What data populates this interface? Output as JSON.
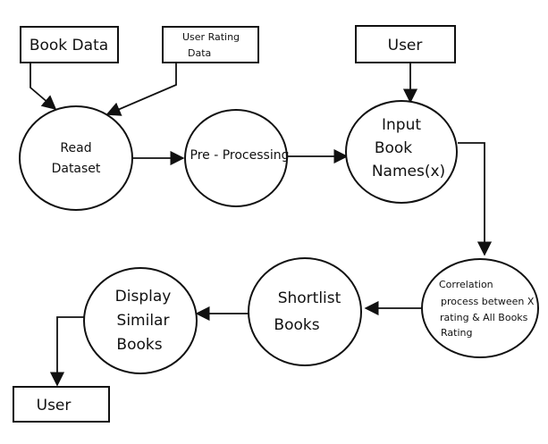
{
  "diagram": {
    "nodes": {
      "book_data": {
        "shape": "rect",
        "label": "Book Data"
      },
      "user_rating": {
        "shape": "rect",
        "label": "User Rating Data",
        "lines": [
          "User Rating",
          "Data"
        ]
      },
      "user_top": {
        "shape": "rect",
        "label": "User"
      },
      "read_dataset": {
        "shape": "ellipse",
        "label": "Read Dataset",
        "lines": [
          "Read",
          "Dataset"
        ]
      },
      "preprocessing": {
        "shape": "ellipse",
        "label": "Pre - Processing",
        "lines": [
          "Pre - Processing"
        ]
      },
      "input_book": {
        "shape": "ellipse",
        "label": "Input Book Names(x)",
        "lines": [
          "Input",
          "Book",
          "Names(x)"
        ]
      },
      "correlation": {
        "shape": "ellipse",
        "label": "Correlation process between X rating & All Books Rating",
        "lines": [
          "Correlation",
          "process between X",
          "rating & All Books",
          "Rating"
        ]
      },
      "shortlist": {
        "shape": "ellipse",
        "label": "Shortlist Books",
        "lines": [
          "Shortlist",
          "Books"
        ]
      },
      "display": {
        "shape": "ellipse",
        "label": "Display Similar Books",
        "lines": [
          "Display",
          "Similar",
          "Books"
        ]
      },
      "user_bottom": {
        "shape": "rect",
        "label": "User"
      }
    },
    "edges": [
      {
        "from": "book_data",
        "to": "read_dataset"
      },
      {
        "from": "user_rating",
        "to": "read_dataset"
      },
      {
        "from": "read_dataset",
        "to": "preprocessing"
      },
      {
        "from": "preprocessing",
        "to": "input_book"
      },
      {
        "from": "user_top",
        "to": "input_book"
      },
      {
        "from": "input_book",
        "to": "correlation"
      },
      {
        "from": "correlation",
        "to": "shortlist"
      },
      {
        "from": "shortlist",
        "to": "display"
      },
      {
        "from": "display",
        "to": "user_bottom"
      }
    ]
  }
}
